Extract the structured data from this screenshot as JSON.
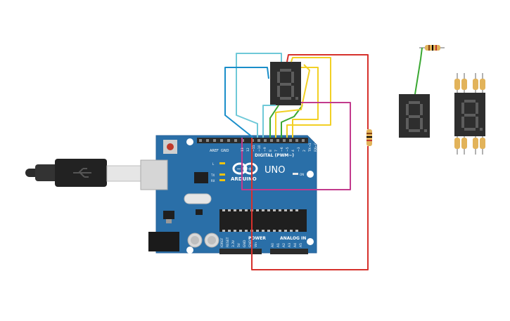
{
  "circuit": {
    "board": {
      "brand": "ARDUINO",
      "model": "UNO",
      "digital_label": "DIGITAL (PWM~)",
      "power_label": "POWER",
      "analog_label": "ANALOG IN",
      "aref_label": "AREF",
      "gnd_label": "GND",
      "pin_labels_top": [
        "13",
        "12",
        "~11",
        "~10",
        "~9",
        "8",
        "7",
        "~6",
        "~5",
        "4",
        "~3",
        "2",
        "TX→1",
        "RX←0"
      ],
      "pin_labels_power": [
        "IOREF",
        "RESET",
        "3.3V",
        "5V",
        "GND",
        "GND",
        "Vin"
      ],
      "pin_labels_analog": [
        "A0",
        "A1",
        "A2",
        "A3",
        "A4",
        "A5"
      ],
      "led_l": "L",
      "led_tx": "TX",
      "led_rx": "RX",
      "led_on": "ON"
    },
    "components": {
      "display_main": "7-segment display",
      "display_right_1": "7-segment display",
      "display_right_2": "7-segment display",
      "resistor": "resistor"
    },
    "wire_colors": {
      "red": "#d6312c",
      "light_blue": "#6fc9d8",
      "blue": "#1a8ec9",
      "green": "#3aa832",
      "yellow": "#f2d025",
      "magenta": "#c23a8c",
      "board": "#2a6fa8"
    }
  }
}
